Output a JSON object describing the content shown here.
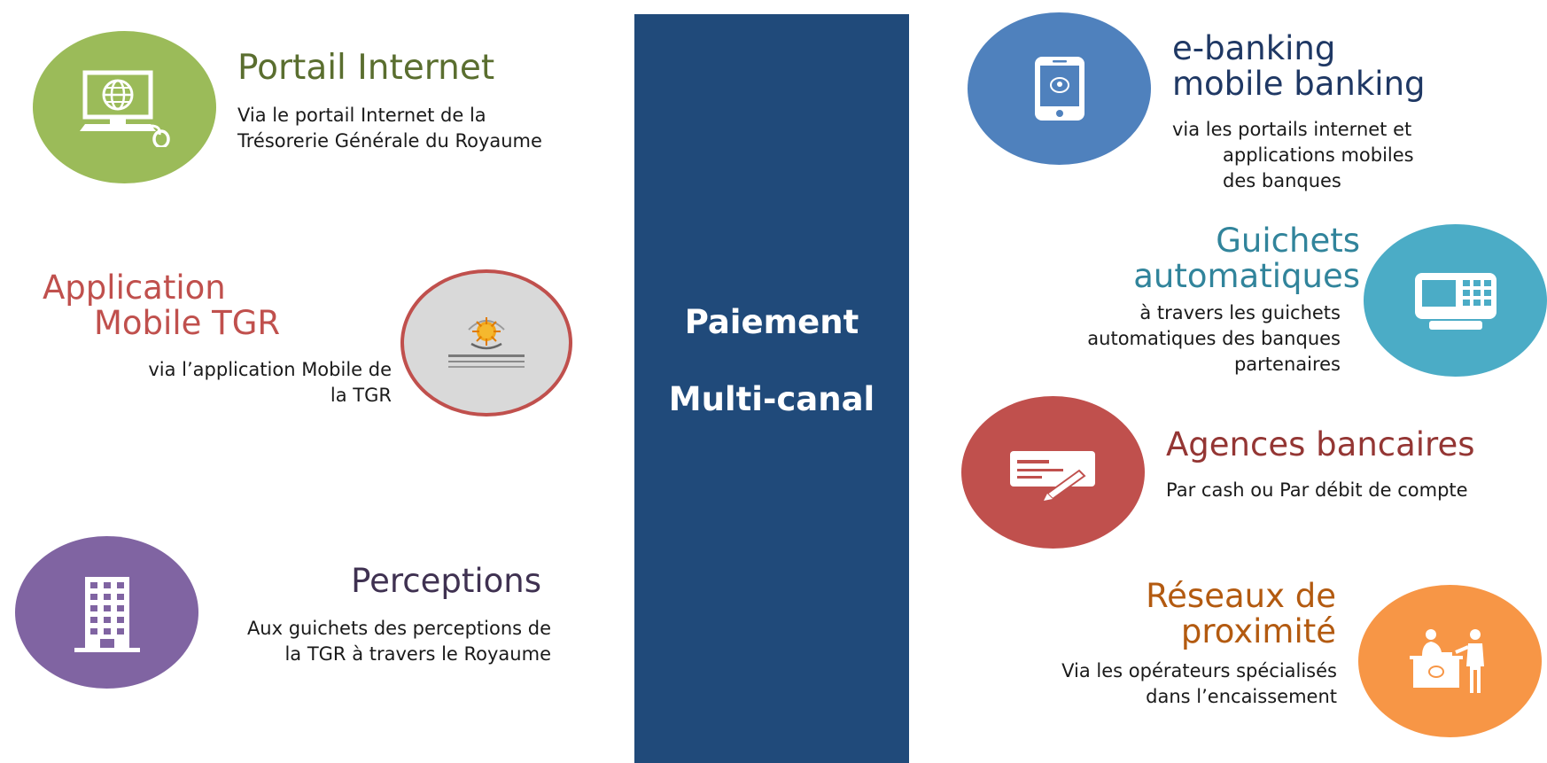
{
  "center": {
    "line1": "Paiement",
    "line2": "Multi-canal"
  },
  "channels": {
    "portail": {
      "title": "Portail Internet",
      "desc": [
        "Via le portail Internet de la",
        "Trésorerie Générale du Royaume"
      ],
      "icon": "computer-globe-icon"
    },
    "app_mobile": {
      "title": [
        "Application",
        "Mobile TGR"
      ],
      "desc": [
        "via l’application Mobile de",
        "la TGR"
      ],
      "icon": "tgr-logo"
    },
    "perceptions": {
      "title": "Perceptions",
      "desc": [
        "Aux guichets des perceptions de",
        "la TGR à travers le Royaume"
      ],
      "icon": "building-icon"
    },
    "ebanking": {
      "title": [
        "e-banking",
        "mobile banking"
      ],
      "desc": [
        "via les portails internet  et",
        "applications mobiles",
        "des banques"
      ],
      "icon": "smartphone-icon"
    },
    "guichets": {
      "title": [
        "Guichets",
        "automatiques"
      ],
      "desc": [
        "à travers les guichets",
        "automatiques des banques",
        "partenaires"
      ],
      "icon": "atm-icon"
    },
    "agences": {
      "title": "Agences bancaires",
      "desc": [
        "Par cash ou Par débit de compte"
      ],
      "icon": "cheque-pen-icon"
    },
    "reseaux": {
      "title": [
        "Réseaux de",
        "proximité"
      ],
      "desc": [
        "Via les opérateurs spécialisés",
        "dans l’encaissement"
      ],
      "icon": "counter-agents-icon"
    }
  },
  "colors": {
    "bar": "#204a7a",
    "portail": "#9bbb59",
    "portail_title": "#5a6e2f",
    "app_mobile": "#c0504d",
    "perceptions": "#8064a2",
    "perceptions_title": "#3f3151",
    "ebanking": "#4f81bd",
    "ebanking_title": "#1f3864",
    "guichets": "#4bacc6",
    "guichets_title": "#31849b",
    "agences": "#c0504d",
    "agences_title": "#943634",
    "reseaux": "#f79646",
    "reseaux_title": "#b35a10"
  }
}
